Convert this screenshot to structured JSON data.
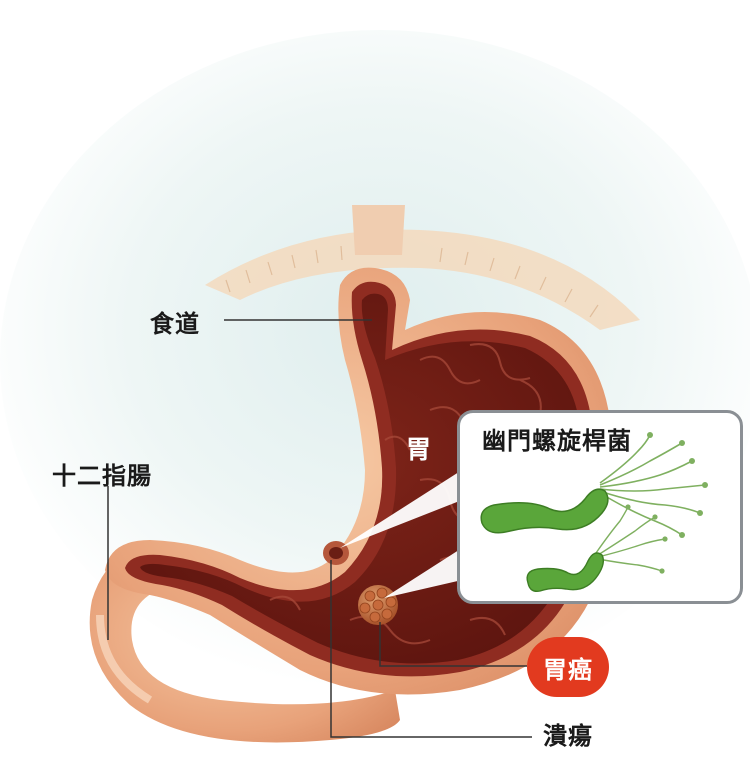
{
  "labels": {
    "esophagus": "食道",
    "duodenum": "十二指腸",
    "stomach": "胃",
    "bacteria": "幽門螺旋桿菌",
    "cancer": "胃癌",
    "ulcer": "潰瘍"
  },
  "colors": {
    "stomach_wall": "#e8a27a",
    "stomach_lining": "#8f2c21",
    "stomach_inner": "#6e1c15",
    "cancer_badge": "#e23a1f",
    "bacteria_green": "#5aa63a",
    "box_border": "#8a8f94"
  },
  "icons": {
    "bacteria": "helicobacter-pylori-icon",
    "tumor": "tumor-icon",
    "ulcer": "ulcer-icon"
  }
}
